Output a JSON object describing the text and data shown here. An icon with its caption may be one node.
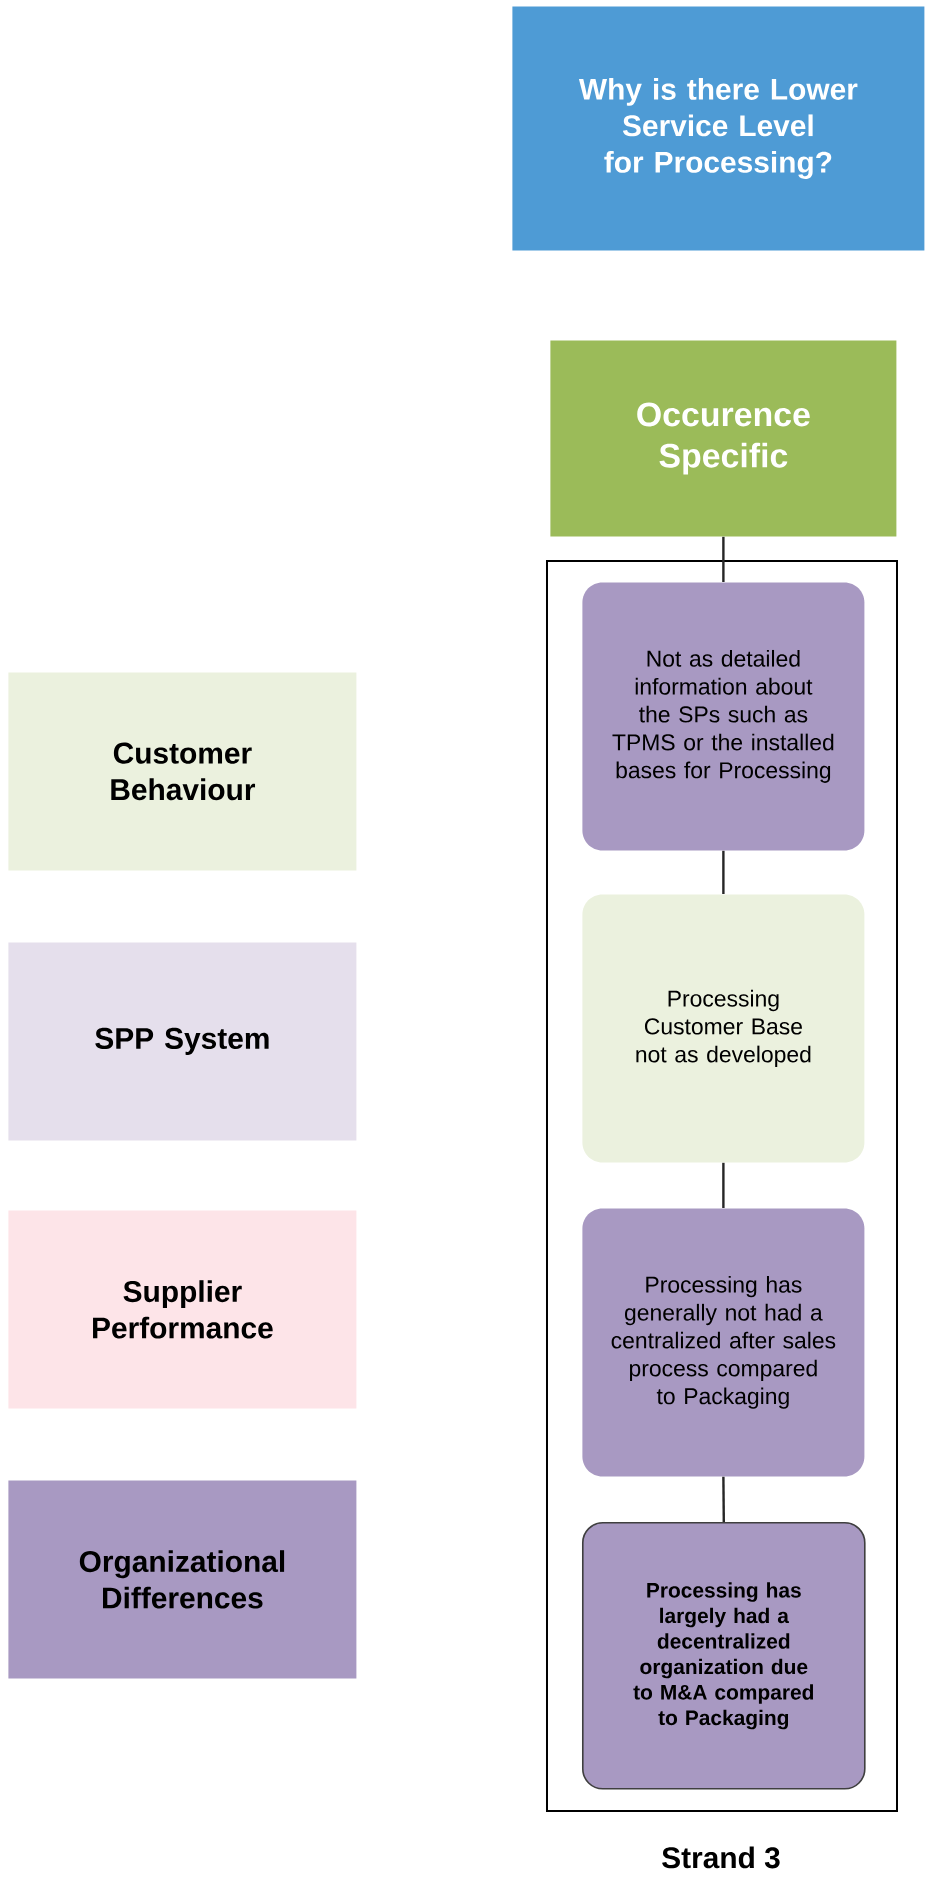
{
  "diagram": {
    "nodes": [
      {
        "text": [
          "Why is there Lower Service Level for Processing?"
        ]
      },
      {
        "text": [
          "Occurence Specific"
        ]
      },
      {
        "text": [
          "Strand 3"
        ]
      },
      {
        "text": [
          "Not as detailed information about the SPs such as TPMS or the installed bases for Processing"
        ],
        "in": 2
      },
      {
        "text": [
          "Processing Customer Base not as developed"
        ],
        "in": 2
      },
      {
        "text": [
          "Processing has generally not had a centralized after sales process compared to Packaging"
        ],
        "in": 2
      },
      {
        "text": [
          "Processing has largely had a decentralized organization due to M&A compared to Packaging"
        ],
        "in": 2
      },
      {
        "text": [
          "Customer Behaviour"
        ]
      },
      {
        "text": [
          "SPP System"
        ]
      },
      {
        "text": [
          "Supplier Performance"
        ]
      },
      {
        "text": [
          "Organizational Differences"
        ]
      }
    ],
    "edges": [
      {
        "from": 1,
        "to": 3,
        "arrow": "none"
      },
      {
        "from": 3,
        "to": 4,
        "arrow": "none"
      },
      {
        "from": 4,
        "to": 5,
        "arrow": "none"
      },
      {
        "from": 5,
        "to": 6,
        "arrow": "none"
      }
    ]
  }
}
